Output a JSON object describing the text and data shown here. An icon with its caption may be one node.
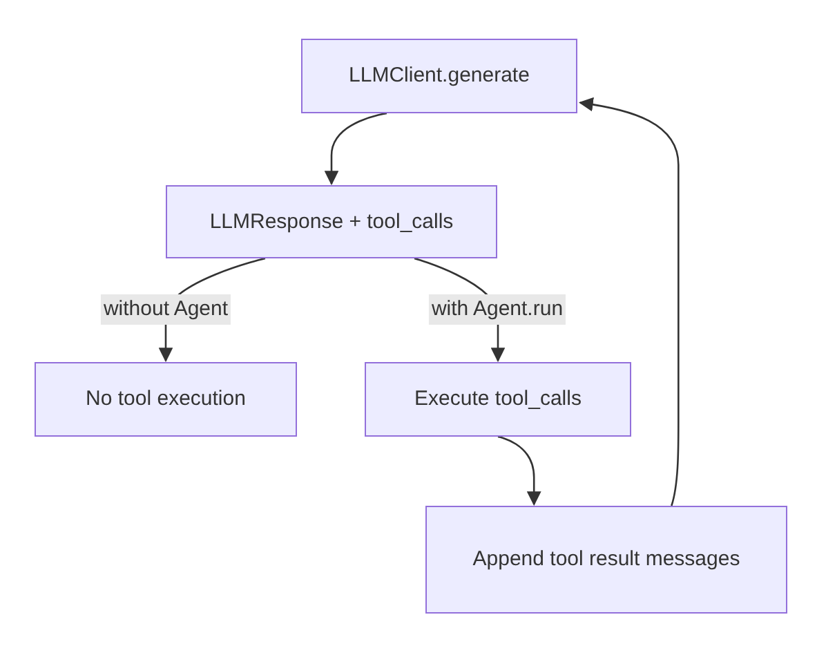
{
  "diagram": {
    "nodes": [
      {
        "text": [
          "LLMClient.generate"
        ]
      },
      {
        "text": [
          "LLMResponse + tool_calls"
        ]
      },
      {
        "text": [
          "No tool execution"
        ]
      },
      {
        "text": [
          "Execute tool_calls"
        ]
      },
      {
        "text": [
          "Append tool result messages"
        ]
      }
    ],
    "edges": [
      {
        "from": 0,
        "to": 1,
        "arrow": "to"
      },
      {
        "from": 1,
        "to": 2,
        "arrow": "to",
        "label": "without Agent"
      },
      {
        "from": 1,
        "to": 3,
        "arrow": "to",
        "label": "with Agent.run"
      },
      {
        "from": 3,
        "to": 4,
        "arrow": "to"
      },
      {
        "from": 4,
        "to": 0,
        "arrow": "to"
      }
    ]
  }
}
